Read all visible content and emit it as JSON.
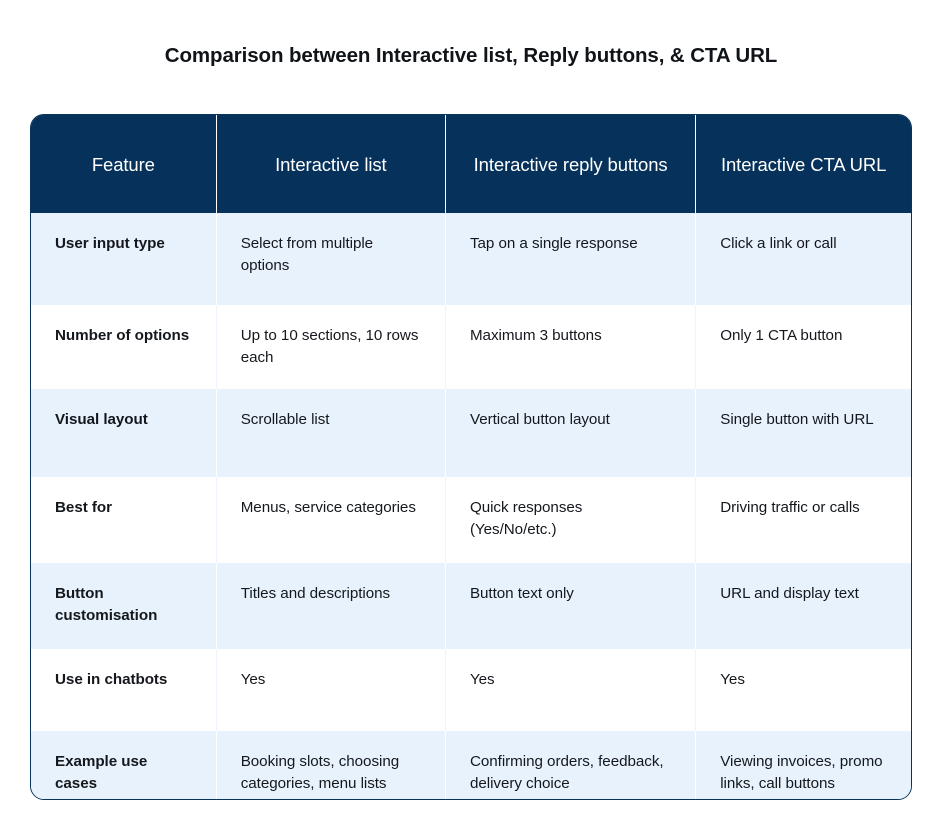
{
  "title": "Comparison between Interactive list, Reply buttons, &  CTA URL",
  "colors": {
    "header_bg": "#05315a",
    "header_text": "#ffffff",
    "row_shade_bg": "#e8f2fc",
    "row_plain_bg": "#ffffff",
    "table_border": "#093358",
    "body_text": "#14181d",
    "title_text": "#101418"
  },
  "table": {
    "columns": [
      "Feature",
      "Interactive list",
      "Interactive reply buttons",
      "Interactive CTA URL"
    ],
    "rows": [
      {
        "feature": "User input type",
        "interactive_list": "Select from multiple options",
        "interactive_reply_buttons": "Tap on a single response",
        "interactive_cta_url": "Click a link or call"
      },
      {
        "feature": "Number of options",
        "interactive_list": "Up to 10 sections, 10 rows each",
        "interactive_reply_buttons": "Maximum 3 buttons",
        "interactive_cta_url": "Only 1 CTA button"
      },
      {
        "feature": "Visual layout",
        "interactive_list": "Scrollable list",
        "interactive_reply_buttons": "Vertical button layout",
        "interactive_cta_url": "Single button with URL"
      },
      {
        "feature": "Best for",
        "interactive_list": "Menus, service categories",
        "interactive_reply_buttons": "Quick responses (Yes/No/etc.)",
        "interactive_cta_url": "Driving traffic or calls"
      },
      {
        "feature": "Button customisation",
        "interactive_list": "Titles and descriptions",
        "interactive_reply_buttons": "Button text only",
        "interactive_cta_url": "URL and display text"
      },
      {
        "feature": "Use in chatbots",
        "interactive_list": "Yes",
        "interactive_reply_buttons": "Yes",
        "interactive_cta_url": "Yes"
      },
      {
        "feature": "Example use cases",
        "interactive_list": "Booking slots, choosing categories, menu lists",
        "interactive_reply_buttons": "Confirming orders, feedback, delivery choice",
        "interactive_cta_url": "Viewing invoices, promo links, call buttons"
      }
    ]
  }
}
